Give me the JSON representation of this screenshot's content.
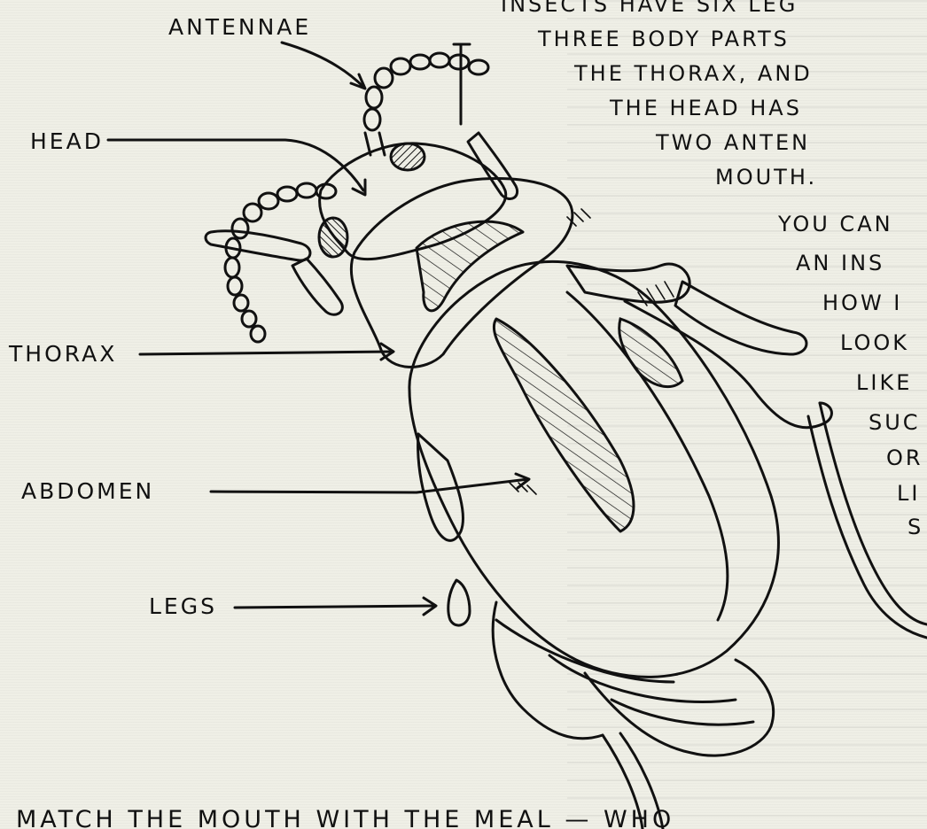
{
  "labels": {
    "antennae": "ANTENNAE",
    "head": "HEAD",
    "thorax": "THORAX",
    "abdomen": "ABDOMEN",
    "legs": "LEGS"
  },
  "paragraph": [
    "INSECTS HAVE SIX LEG",
    "THREE BODY PARTS",
    "THE THORAX, AND",
    "THE HEAD HAS",
    "TWO ANTEN",
    "MOUTH.",
    "YOU CAN",
    "AN INS",
    "HOW I",
    "LOOK",
    "LIKE",
    "SUC",
    "OR",
    "LI",
    "S"
  ],
  "bottom_text": "MATCH THE MOUTH WITH THE MEAL — WHO"
}
